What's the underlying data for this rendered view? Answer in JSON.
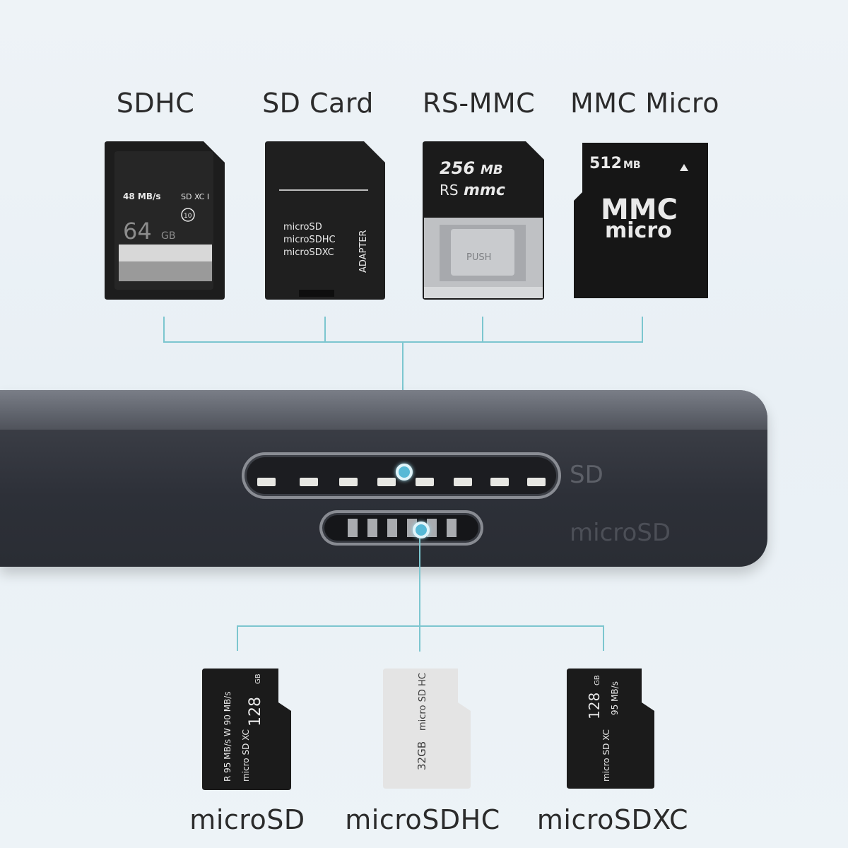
{
  "top_cards": [
    {
      "label": "SDHC",
      "speed": "48 MB/s",
      "capacity": "64",
      "capacity_unit": "GB",
      "badge": "SD XC I",
      "class_mark": "10"
    },
    {
      "label": "SD Card",
      "lines": [
        "microSD",
        "microSDHC",
        "microSDXC"
      ],
      "side_text": "ADAPTER"
    },
    {
      "label": "RS-MMC",
      "capacity": "256",
      "capacity_unit": "MB",
      "brand_prefix": "RS",
      "brand": "mmc",
      "latch_text": "PUSH"
    },
    {
      "label": "MMC Micro",
      "capacity": "512",
      "capacity_unit": "MB",
      "brand_line1": "MMC",
      "brand_line2": "micro"
    }
  ],
  "reader": {
    "slot_sd_label": "SD",
    "slot_micro_label": "microSD"
  },
  "bottom_cards": [
    {
      "label": "microSD",
      "capacity": "128",
      "capacity_unit": "GB",
      "speed": "R 95 MB/s W 90 MB/s",
      "brand": "micro SD XC"
    },
    {
      "label": "microSDHC",
      "capacity": "32GB",
      "brand": "micro SD HC"
    },
    {
      "label": "microSDXC",
      "capacity": "128",
      "capacity_unit": "GB",
      "speed": "95 MB/s",
      "brand": "micro SD XC"
    }
  ],
  "colors": {
    "connector_line": "#7cc6cf",
    "connector_dot": "#56b9d6",
    "card_dark": "#1b1b1b",
    "card_silver": "#e6e6e6",
    "reader_body": "#2d3038"
  }
}
